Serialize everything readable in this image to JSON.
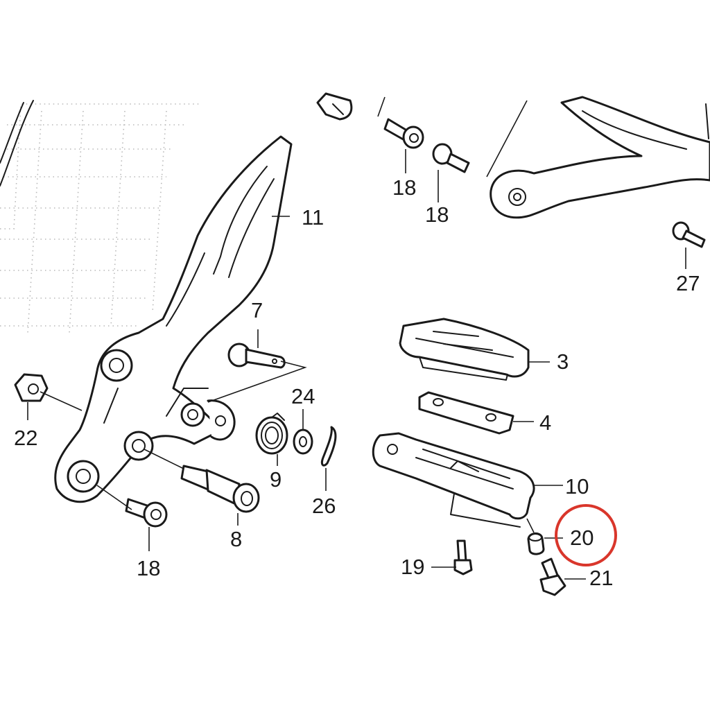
{
  "diagram": {
    "callouts": [
      {
        "id": "c11",
        "label": "11"
      },
      {
        "id": "c18a",
        "label": "18"
      },
      {
        "id": "c18b",
        "label": "18"
      },
      {
        "id": "c27",
        "label": "27"
      },
      {
        "id": "c7",
        "label": "7"
      },
      {
        "id": "c3",
        "label": "3"
      },
      {
        "id": "c24",
        "label": "24"
      },
      {
        "id": "c22",
        "label": "22"
      },
      {
        "id": "c4",
        "label": "4"
      },
      {
        "id": "c9",
        "label": "9"
      },
      {
        "id": "c10",
        "label": "10"
      },
      {
        "id": "c26",
        "label": "26"
      },
      {
        "id": "c20",
        "label": "20"
      },
      {
        "id": "c8",
        "label": "8"
      },
      {
        "id": "c18c",
        "label": "18"
      },
      {
        "id": "c19",
        "label": "19"
      },
      {
        "id": "c21",
        "label": "21"
      }
    ],
    "highlight": {
      "callout": "20",
      "color": "#d9362b"
    },
    "colors": {
      "line": "#1a1a1a",
      "background": "#ffffff",
      "watermark": "#b8b8b8"
    }
  }
}
